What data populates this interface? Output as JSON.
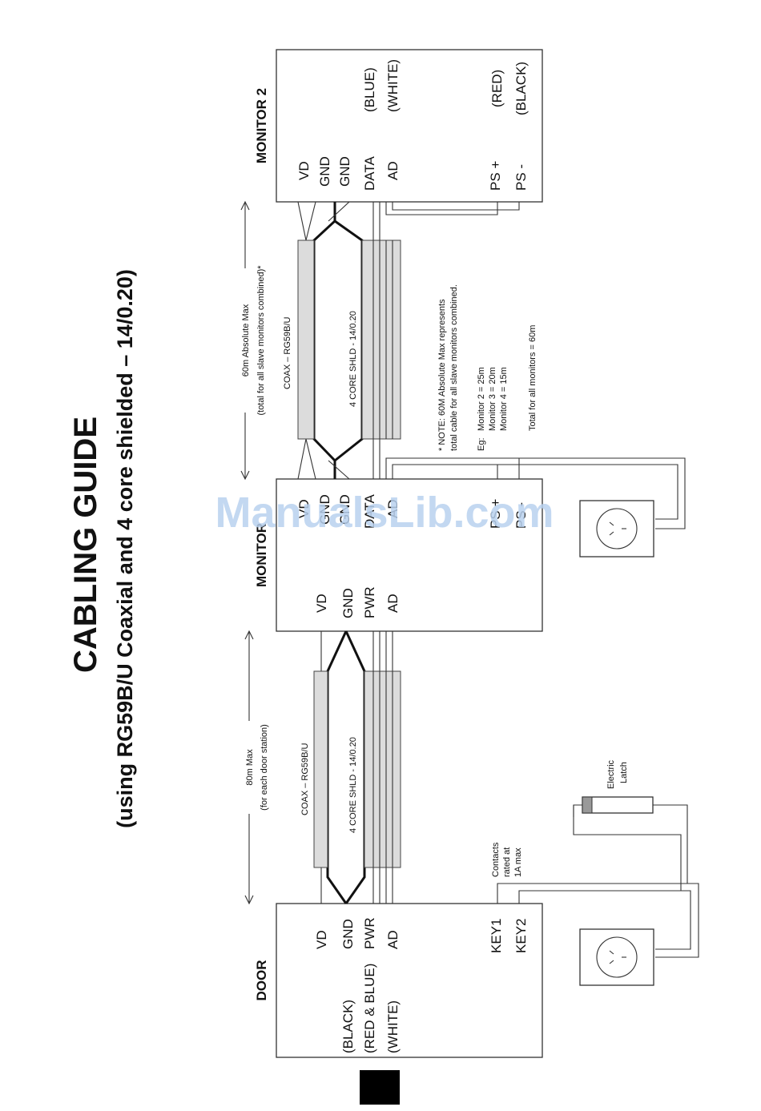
{
  "title": "CABLING GUIDE",
  "subtitle": "(using RG59B/U Coaxial and 4 core shielded – 14/0.20)",
  "watermark": "ManualsLib.com",
  "door": {
    "title": "DOOR",
    "terminals": [
      "VD",
      "GND",
      "PWR",
      "AD"
    ],
    "wire_colors": [
      "(BLACK)",
      "(RED & BLUE)",
      "(WHITE)"
    ],
    "key_terminals": [
      "KEY1",
      "KEY2"
    ]
  },
  "monitor": {
    "title": "MONITOR",
    "left_terminals": [
      "VD",
      "GND",
      "PWR",
      "AD"
    ],
    "right_terminals": [
      "VD",
      "GND",
      "GND",
      "DATA",
      "AD"
    ],
    "power_terminals": [
      "PS +",
      "PS -"
    ]
  },
  "monitor2": {
    "title": "MONITOR 2",
    "terminals": [
      "VD",
      "GND",
      "GND",
      "DATA",
      "AD"
    ],
    "wire_colors": [
      "(BLUE)",
      "(WHITE)"
    ],
    "power_terminals": [
      "PS +",
      "PS -"
    ],
    "power_colors": [
      "(RED)",
      "(BLACK)"
    ]
  },
  "cable1": {
    "max_line1": "80m Max",
    "max_line2": "(for each door station)",
    "coax_label": "COAX – RG59B/U",
    "shld_label": "4 CORE SHLD - 14/0.20"
  },
  "cable2": {
    "max_line1": "60m Absolute Max",
    "max_line2": "(total for all slave monitors combined)*",
    "coax_label": "COAX – RG59B/U",
    "shld_label": "4 CORE SHLD - 14/0.20"
  },
  "latch": {
    "contacts_lines": [
      "Contacts",
      "rated at",
      "1A max"
    ],
    "latch_lines": [
      "Electric",
      "Latch"
    ]
  },
  "note": {
    "lines": [
      "* NOTE: 60M Absolute Max represents",
      "total cable for all slave monitors combined."
    ],
    "eg_label": "Eg:",
    "examples": [
      "Monitor 2 = 25m",
      "Monitor 3 = 20m",
      "Monitor 4 = 15m"
    ],
    "total": "Total for all monitors = 60m"
  }
}
